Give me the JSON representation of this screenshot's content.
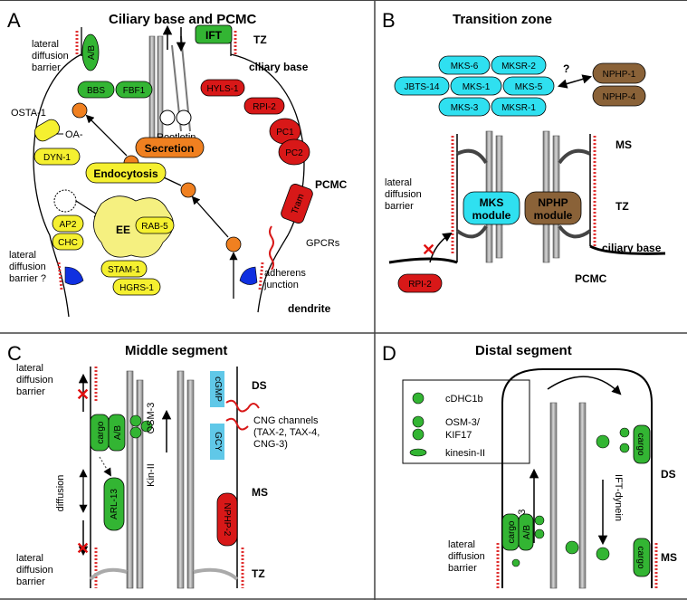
{
  "panels": {
    "A": {
      "letter": "A",
      "title": "Ciliary base and PCMC",
      "labels": {
        "lateral_barrier_top": [
          "lateral",
          "diffusion",
          "barrier"
        ],
        "lateral_barrier_bottom": [
          "lateral",
          "diffusion",
          "barrier ?"
        ],
        "ift": "IFT",
        "tz": "TZ",
        "ciliary_base": "ciliary base",
        "pcmc": "PCMC",
        "gpcrs": "GPCRs",
        "adherens": [
          "adherens",
          "junction"
        ],
        "dendrite": "dendrite",
        "rootletin": "Rootletin",
        "osta": "OSTA-1",
        "oa": "OA-",
        "endocytosis": "Endocytosis",
        "secretion": "Secretion",
        "ee": "EE"
      },
      "proteins": {
        "ab": "A/B",
        "bbs": "BBS",
        "fbf1": "FBF1",
        "hyls1": "HYLS-1",
        "rpi2": "RPI-2",
        "pc1": "PC1",
        "pc2": "PC2",
        "tram": "Tram",
        "dyn1": "DYN-1",
        "ap2": "AP2",
        "chc": "CHC",
        "rab5": "RAB-5",
        "stam1": "STAM-1",
        "hgrs1": "HGRS-1"
      }
    },
    "B": {
      "letter": "B",
      "title": "Transition zone",
      "mks_proteins": [
        "MKS-6",
        "MKSR-2",
        "JBTS-14",
        "MKS-1",
        "MKS-5",
        "MKS-3",
        "MKSR-1"
      ],
      "nphp_proteins": [
        "NPHP-1",
        "NPHP-4"
      ],
      "question": "?",
      "labels": {
        "ms": "MS",
        "tz": "TZ",
        "lateral_barrier": [
          "lateral",
          "diffusion",
          "barrier"
        ],
        "mks_module": [
          "MKS",
          "module"
        ],
        "nphp_module": [
          "NPHP",
          "module"
        ],
        "ciliary_base": "ciliary base",
        "pcmc": "PCMC",
        "rpi2": "RPI-2"
      }
    },
    "C": {
      "letter": "C",
      "title": "Middle segment",
      "labels": {
        "lateral_barrier_top": [
          "lateral",
          "diffusion",
          "barrier"
        ],
        "lateral_barrier_bottom": [
          "lateral",
          "diffusion",
          "barrier"
        ],
        "ds": "DS",
        "ms": "MS",
        "tz": "TZ",
        "osm3": "OSM-3",
        "kin2": "Kin-II",
        "cng": [
          "CNG channels",
          "(TAX-2, TAX-4,",
          "CNG-3)"
        ],
        "cgmp": "cGMP",
        "gcyc": "GCY",
        "diffusion": "diffusion",
        "cargo": "cargo",
        "ab": "A/B",
        "arl13": "ARL-13",
        "nphp2": "NPHP-2"
      }
    },
    "D": {
      "letter": "D",
      "title": "Distal segment",
      "legend": [
        "cDHC1b",
        "OSM-3/",
        "KIF17",
        "kinesin-II"
      ],
      "labels": {
        "osm3": "OSM-3",
        "ift_dynein": "IFT-dynein",
        "ds": "DS",
        "ms": "MS",
        "lateral_barrier": [
          "lateral",
          "diffusion",
          "barrier"
        ],
        "cargo": "cargo",
        "ab": "A/B"
      }
    }
  },
  "colors": {
    "green": "#33b533",
    "cyan": "#2fe0f0",
    "red": "#d81818",
    "orange": "#f08020",
    "yellow": "#f5f030",
    "brown": "#8a6238",
    "blue": "#1030e0",
    "grey": "#999999"
  }
}
